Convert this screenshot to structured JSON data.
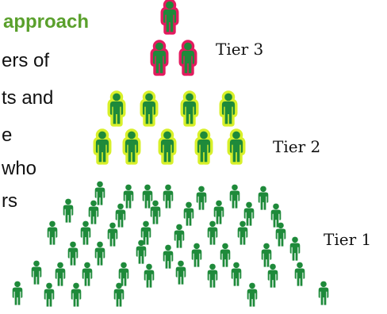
{
  "text": {
    "heading": "approach",
    "lines": [
      "ers of",
      "ts and",
      "e",
      "who",
      "rs"
    ]
  },
  "tiers": [
    {
      "label": "Tier 3",
      "count": 3,
      "fill": "#1e8a3a",
      "outline": "#e31b5f"
    },
    {
      "label": "Tier 2",
      "count": 9,
      "fill": "#1e8a3a",
      "outline": "#d8f02a"
    },
    {
      "label": "Tier 1",
      "count": 47,
      "fill": "#1e8a3a",
      "outline": ""
    }
  ],
  "icons": {
    "person": "person-icon"
  }
}
